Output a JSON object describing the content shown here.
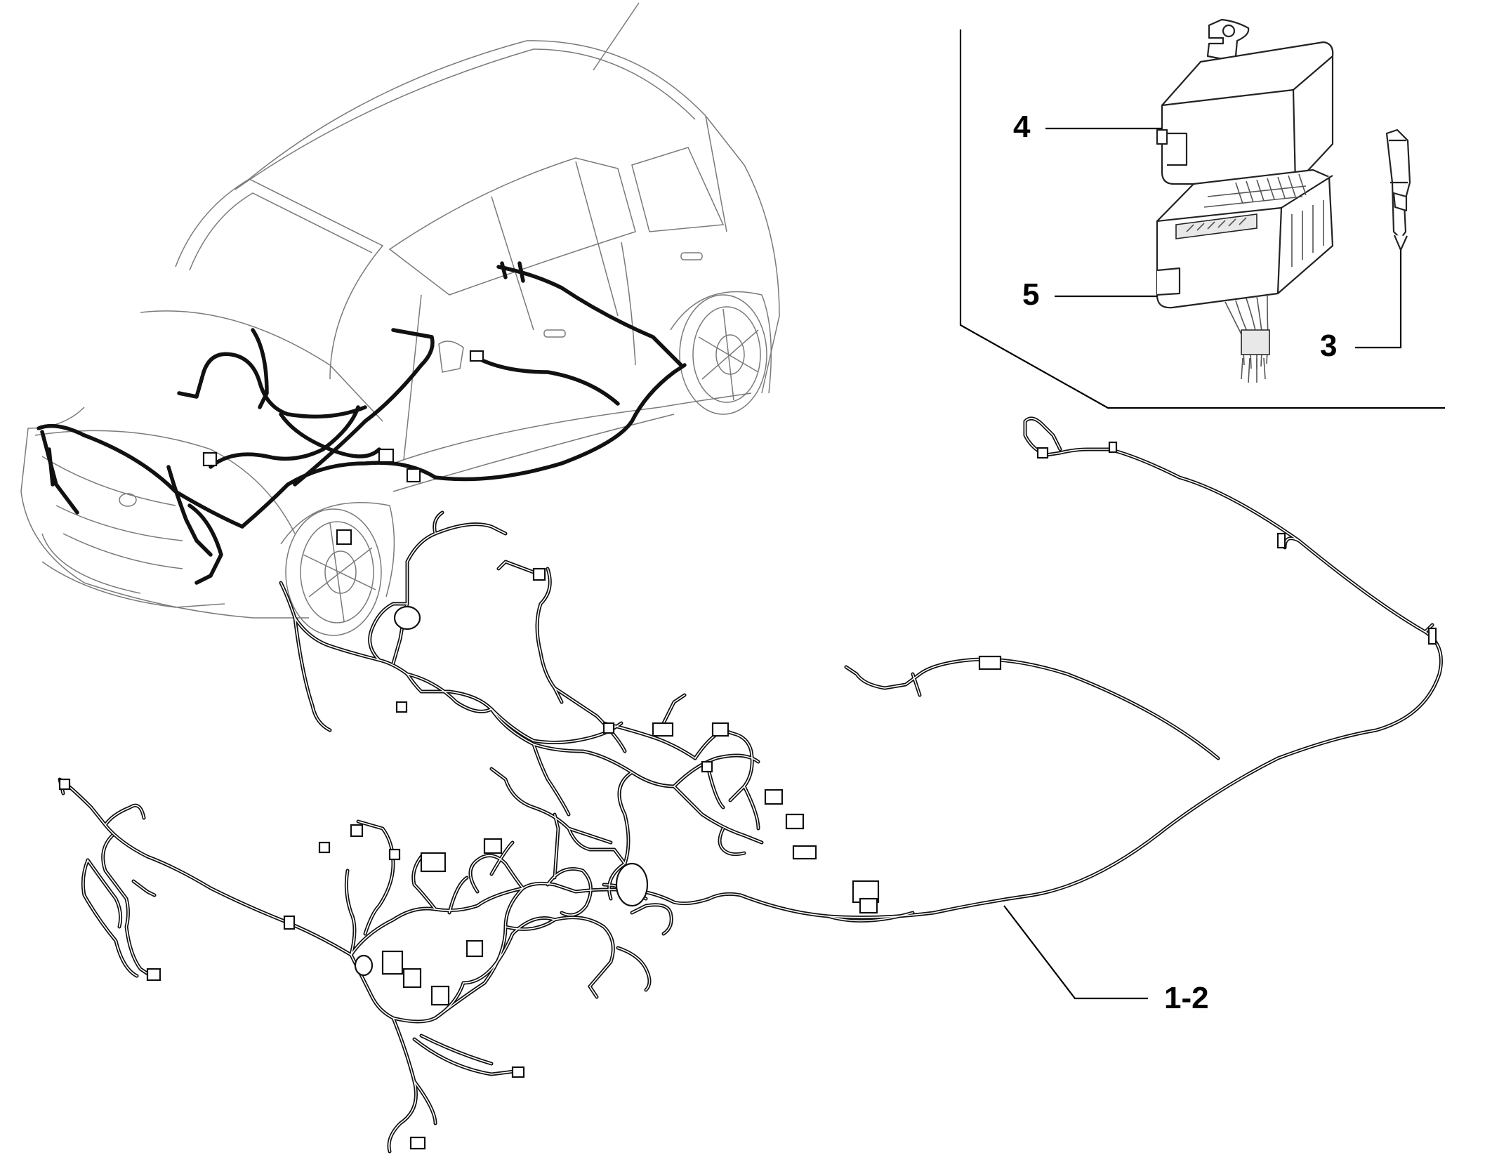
{
  "diagram": {
    "callouts": {
      "c4": "4",
      "c5": "5",
      "c3": "3",
      "c12": "1-2"
    },
    "colors": {
      "line": "#111111",
      "body": "#7a7a7a",
      "background": "#ffffff"
    }
  }
}
